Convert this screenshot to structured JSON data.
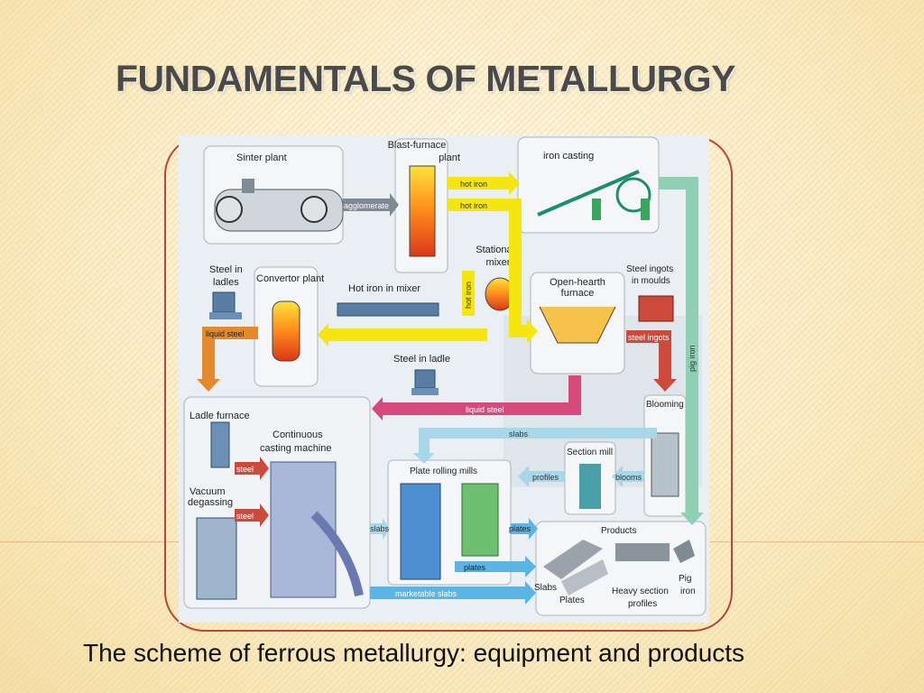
{
  "slide": {
    "title": "FUNDAMENTALS OF METALLURGY",
    "caption": "The scheme of ferrous metallurgy: equipment and products"
  },
  "colors": {
    "hot_iron_arrow": "#f5e60f",
    "liquid_steel_arrow": "#d6497a",
    "pig_iron_arrow": "#8fd0b4",
    "slabs_arrow": "#a8d7e8",
    "plates_arrow": "#5ab4e6",
    "steel_ingots_arrow": "#cc4a3b",
    "ladle_arrow": "#e48a2c",
    "frame_border": "#b6453b"
  },
  "diagram": {
    "units": {
      "sinter_plant": "Sinter plant",
      "blast_furnace_1": "Blast-furnace",
      "blast_furnace_2": "plant",
      "iron_casting": "iron casting",
      "stationary_mixer_1": "Stationary",
      "stationary_mixer_2": "mixer",
      "steel_in_ladles_1": "Steel in",
      "steel_in_ladles_2": "ladles",
      "convertor_plant": "Convertor plant",
      "hot_iron_in_mixer": "Hot iron in mixer",
      "open_hearth_1": "Open-hearth",
      "open_hearth_2": "furnace",
      "steel_ingots_in_moulds_1": "Steel ingots",
      "steel_ingots_in_moulds_2": "in moulds",
      "steel_in_ladle": "Steel in ladle",
      "ladle_furnace": "Ladle furnace",
      "continuous_casting_1": "Continuous",
      "continuous_casting_2": "casting machine",
      "vacuum_degassing_1": "Vacuum",
      "vacuum_degassing_2": "degassing",
      "blooming": "Blooming",
      "section_mill": "Section mill",
      "plate_rolling_mills": "Plate rolling mills",
      "products": "Products"
    },
    "flows": {
      "agglomerate": "agglomerate",
      "hot_iron_top": "hot iron",
      "hot_iron_mid": "hot iron",
      "hot_iron_vertical": "hot iron",
      "liquid_steel_left": "liquid steel",
      "steel_ingots": "steel ingots",
      "pig_iron": "pig iron",
      "liquid_steel_bottom": "liquid steel",
      "slabs_top": "slabs",
      "profiles": "profiles",
      "blooms": "blooms",
      "steel_1": "steel",
      "steel_2": "steel",
      "slabs_mid": "slabs",
      "plates_right": "plates",
      "plates_bottom": "plates",
      "marketable_slabs": "marketable slabs"
    },
    "products": {
      "slabs": "Slabs",
      "plates": "Plates",
      "heavy_section_1": "Heavy section",
      "heavy_section_2": "profiles",
      "pig_iron_1": "Pig",
      "pig_iron_2": "iron"
    }
  }
}
